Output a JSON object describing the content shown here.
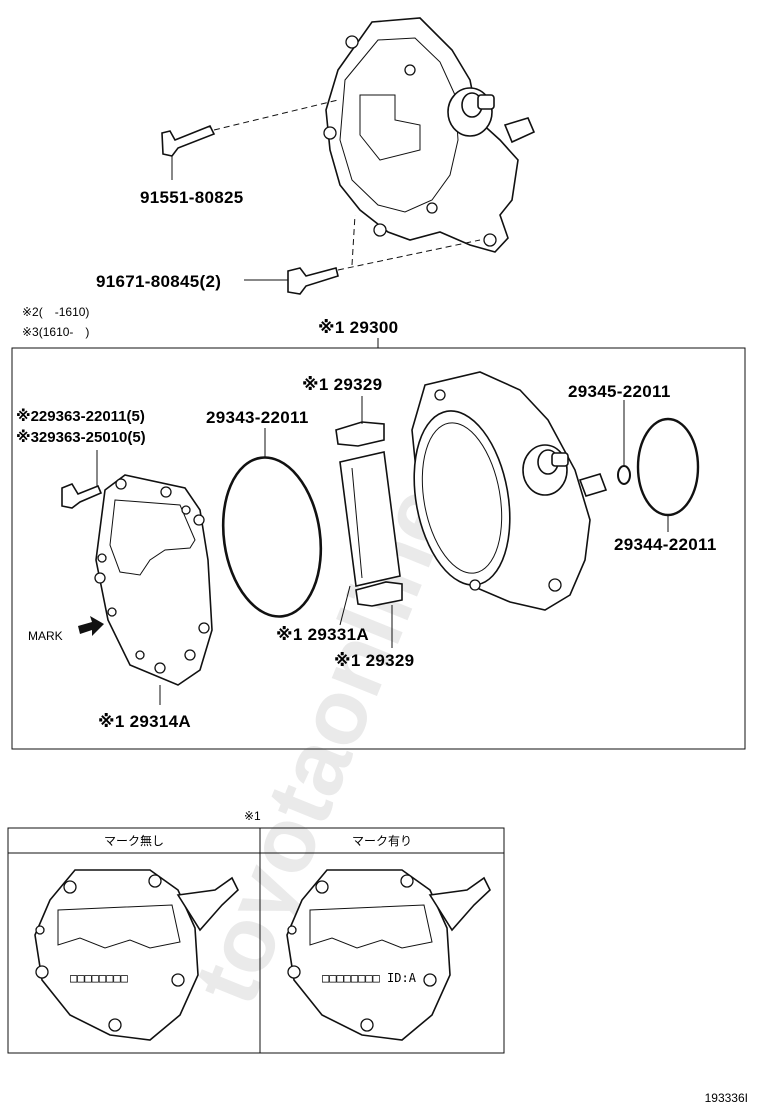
{
  "watermark": "toyotaonline.ru",
  "top_labels": {
    "bolt_1": "91551-80825",
    "bolt_2": "91671-80845(2)"
  },
  "notes": {
    "note_2": "※2(　-1610)",
    "note_3": "※3(1610-　)"
  },
  "assembly_label": "※1  29300",
  "labels": {
    "screw_a": "※229363-22011(5)",
    "screw_b": "※329363-25010(5)",
    "oring_large": "29343-22011",
    "vane_top": "※1  29329",
    "oring_small": "29345-22011",
    "oring_big_right": "29344-22011",
    "mark": "MARK",
    "rotor": "※1  29331A",
    "vane_bottom": "※1  29329",
    "cover": "※1  29314A"
  },
  "table": {
    "ref": "※1",
    "col1_header": "マーク無し",
    "col2_header": "マーク有り",
    "col1_stamp": "□□□□□□□□",
    "col2_stamp": "□□□□□□□□ ID:A"
  },
  "diagram_id": "193336I"
}
